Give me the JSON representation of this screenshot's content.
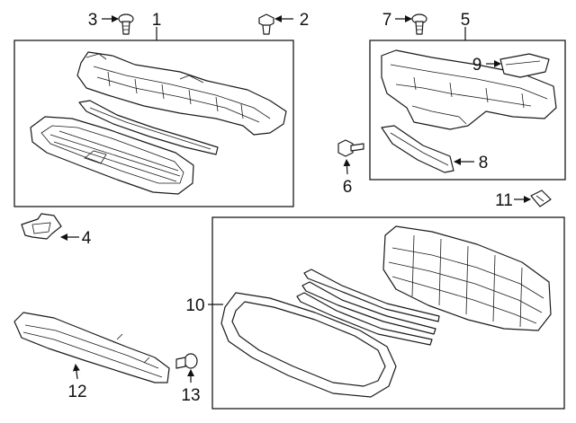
{
  "callouts": {
    "c1": "1",
    "c2": "2",
    "c3": "3",
    "c4": "4",
    "c5": "5",
    "c6": "6",
    "c7": "7",
    "c8": "8",
    "c9": "9",
    "c10": "10",
    "c11": "11",
    "c12": "12",
    "c13": "13"
  },
  "colors": {
    "line": "#1a1a1a",
    "background": "#ffffff"
  },
  "parts": [
    {
      "callout": "1",
      "kind": "grille assembly group"
    },
    {
      "callout": "2",
      "kind": "bolt"
    },
    {
      "callout": "3",
      "kind": "push-pin retainer"
    },
    {
      "callout": "4",
      "kind": "emblem"
    },
    {
      "callout": "5",
      "kind": "air deflector group"
    },
    {
      "callout": "6",
      "kind": "bolt"
    },
    {
      "callout": "7",
      "kind": "push-pin retainer"
    },
    {
      "callout": "8",
      "kind": "deflector"
    },
    {
      "callout": "9",
      "kind": "bracket"
    },
    {
      "callout": "10",
      "kind": "grille components group"
    },
    {
      "callout": "11",
      "kind": "clip"
    },
    {
      "callout": "12",
      "kind": "lower grille"
    },
    {
      "callout": "13",
      "kind": "bolt"
    }
  ]
}
